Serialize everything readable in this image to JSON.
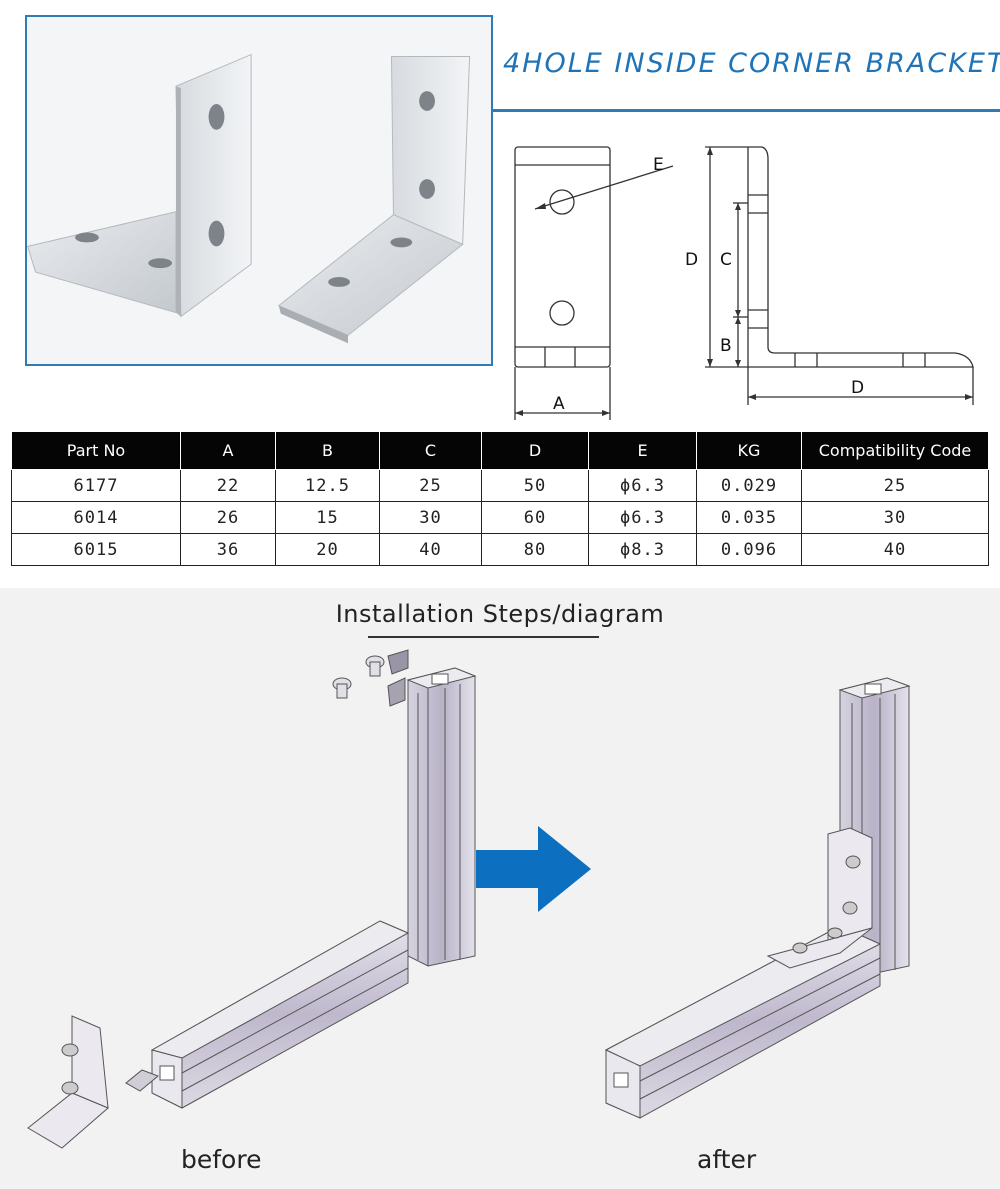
{
  "header": {
    "title": "4HOLE INSIDE CORNER BRACKET",
    "accent_color": "#1f73b7"
  },
  "drawing": {
    "labels": {
      "a": "A",
      "b": "B",
      "c": "C",
      "d_vertical": "D",
      "d_horizontal": "D",
      "e": "E"
    }
  },
  "table": {
    "headers": [
      "Part No",
      "A",
      "B",
      "C",
      "D",
      "E",
      "KG",
      "Compatibility Code"
    ],
    "rows": [
      [
        "6177",
        "22",
        "12.5",
        "25",
        "50",
        "ϕ6.3",
        "0.029",
        "25"
      ],
      [
        "6014",
        "26",
        "15",
        "30",
        "60",
        "ϕ6.3",
        "0.035",
        "30"
      ],
      [
        "6015",
        "36",
        "20",
        "40",
        "80",
        "ϕ8.3",
        "0.096",
        "40"
      ]
    ]
  },
  "install": {
    "title": "Installation Steps/diagram",
    "before_label": "before",
    "after_label": "after",
    "arrow_color": "#0c6fc0"
  }
}
